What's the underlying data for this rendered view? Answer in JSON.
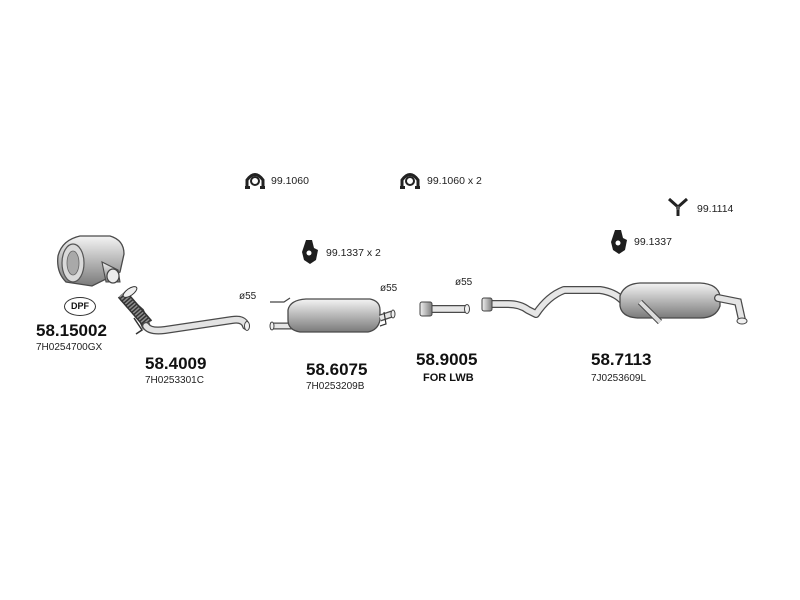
{
  "accessories": {
    "clamp_a": "99.1060",
    "clamp_b": "99.1060 x 2",
    "hanger_a": "99.1337 x 2",
    "hanger_b": "99.1337",
    "hanger_c": "99.1114"
  },
  "diameters": {
    "d1": "ø55",
    "d2": "ø55",
    "d3": "ø55"
  },
  "parts": {
    "dpf": {
      "badge": "DPF",
      "number": "58.15002",
      "oem": "7H0254700GX"
    },
    "front_pipe": {
      "number": "58.4009",
      "oem": "7H0253301C"
    },
    "middle": {
      "number": "58.6075",
      "oem": "7H0253209B"
    },
    "extension": {
      "number": "58.9005",
      "note": "FOR LWB"
    },
    "rear": {
      "number": "58.7113",
      "oem": "7J0253609L"
    }
  }
}
